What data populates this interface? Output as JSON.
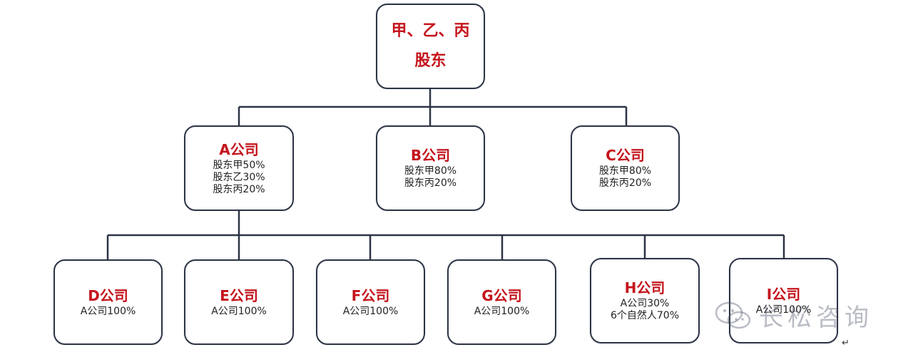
{
  "top": {
    "line1": "甲、乙、丙",
    "line2": "股东"
  },
  "row1": [
    {
      "title": "A公司",
      "lines": [
        "股东甲50%",
        "股东乙30%",
        "股东丙20%"
      ]
    },
    {
      "title": "B公司",
      "lines": [
        "股东甲80%",
        "股东丙20%"
      ]
    },
    {
      "title": "C公司",
      "lines": [
        "股东甲80%",
        "股东丙20%"
      ]
    }
  ],
  "row2": [
    {
      "title": "D公司",
      "lines": [
        "A公司100%"
      ]
    },
    {
      "title": "E公司",
      "lines": [
        "A公司100%"
      ]
    },
    {
      "title": "F公司",
      "lines": [
        "A公司100%"
      ]
    },
    {
      "title": "G公司",
      "lines": [
        "A公司100%"
      ]
    },
    {
      "title": "H公司",
      "lines": [
        "A公司30%",
        "6个自然人70%"
      ]
    },
    {
      "title": "I公司",
      "lines": [
        "A公司100%"
      ]
    }
  ],
  "watermark": {
    "text": "长松咨询",
    "icon": "wechat-icon"
  },
  "paragraph_mark": "↵",
  "colors": {
    "title": "#c4141c",
    "border": "#2c3445"
  }
}
